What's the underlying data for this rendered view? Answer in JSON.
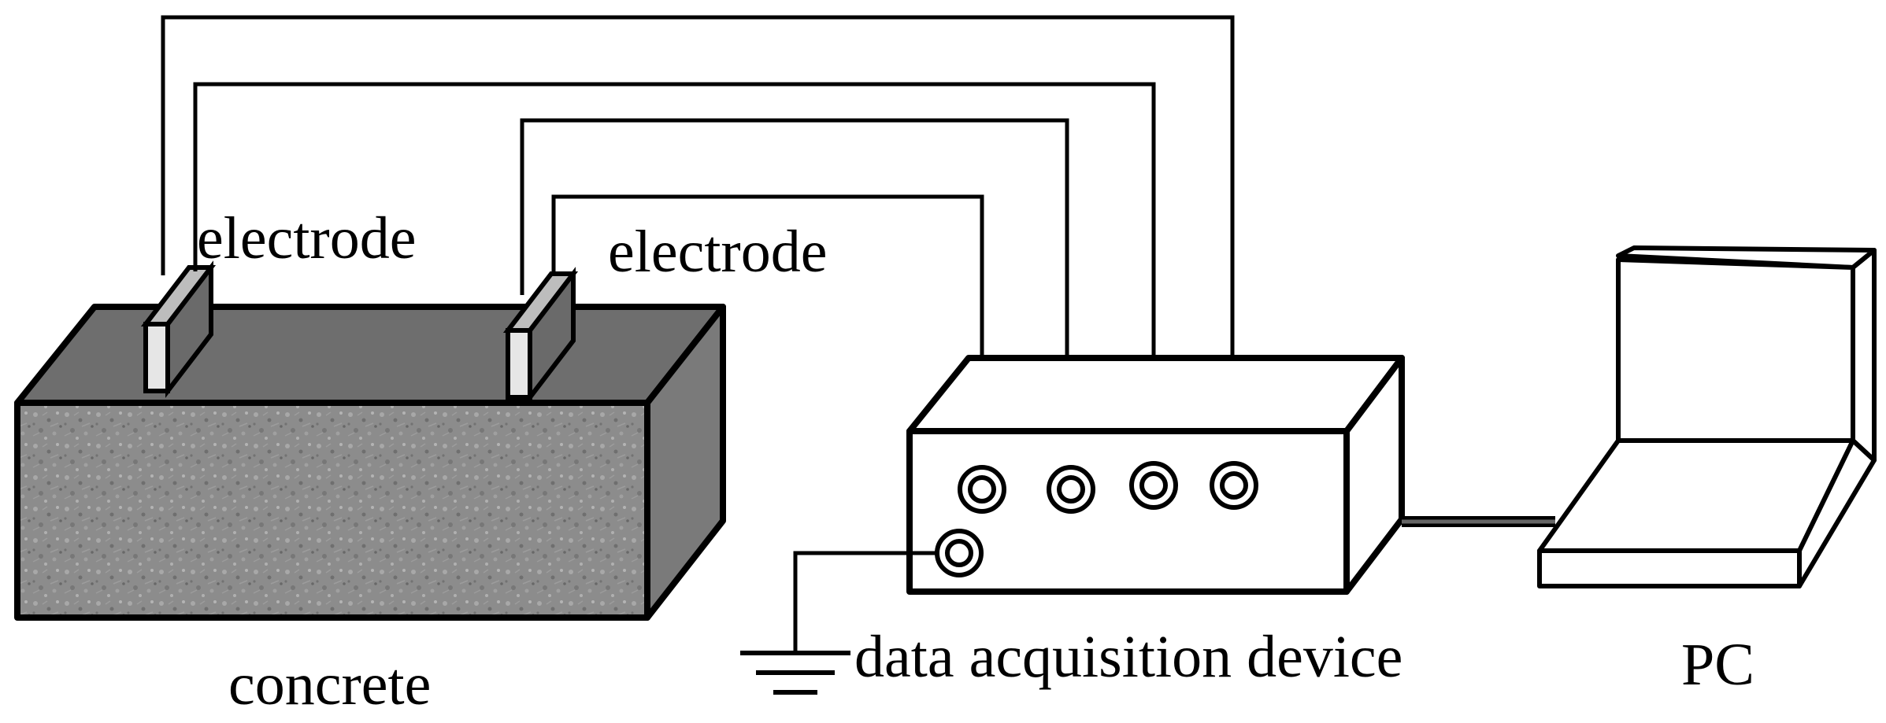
{
  "labels": {
    "electrode_left": "electrode",
    "electrode_right": "electrode",
    "concrete": "concrete",
    "daq": "data acquisition device",
    "pc": "PC"
  },
  "colors": {
    "concrete_top": "#6e6e6e",
    "concrete_side": "#7a7a7a",
    "concrete_front": "#8c8c8c",
    "electrode_face": "#6a6a6a",
    "line": "#000000",
    "cable": "#555555"
  },
  "icons": {
    "ground": "ground-symbol-icon",
    "laptop": "laptop-icon"
  }
}
